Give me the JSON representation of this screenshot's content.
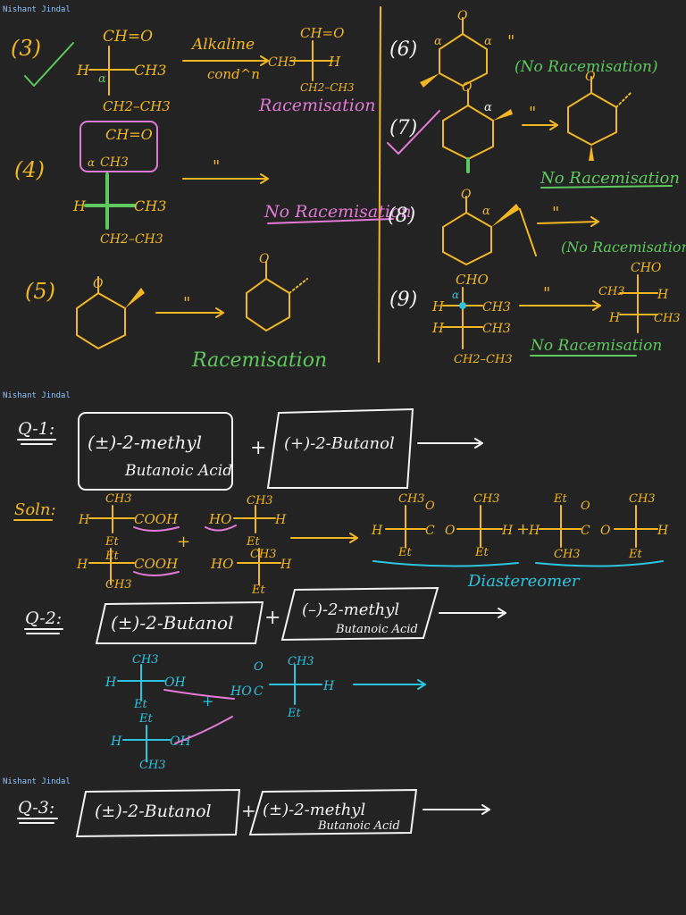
{
  "pages": [
    {
      "author": "Nishant Jindal"
    },
    {
      "author": "Nishant Jindal"
    },
    {
      "author": "Nishant Jindal"
    }
  ],
  "p1": {
    "n3": "(3)",
    "n4": "(4)",
    "n5": "(5)",
    "n6": "(6)",
    "n7": "(7)",
    "n8": "(8)",
    "n9": "(9)",
    "cho": "CH=O",
    "ch3": "CH3",
    "h": "H",
    "et": "CH2–CH3",
    "alpha": "α",
    "alkaline": "Alkaline",
    "cond": "cond^n",
    "ditto": "\"",
    "racemisation": "Racemisation",
    "no_racemisation": "No Racemisation",
    "no_racemisation_p": "(No Racemisation)",
    "cho9": "CHO"
  },
  "p2": {
    "q1_label": "Q-1:",
    "q1_box1": "(±)-2-methyl Butanoic Acid",
    "q1_box1a": "(±)-2-methyl",
    "q1_box1b": "Butanoic Acid",
    "plus": "+",
    "q1_box2": "(+)-2-Butanol",
    "soln": "Soln:",
    "cooh": "COOH",
    "ho": "HO",
    "ch3": "CH3",
    "h": "H",
    "et": "Et",
    "diastereomer": "Diastereomer",
    "q2_label": "Q-2:",
    "q2_box1": "(±)-2-Butanol",
    "q2_box2a": "(–)-2-methyl",
    "q2_box2b": "Butanoic Acid",
    "oh": "OH",
    "o": "O",
    "c": "C"
  },
  "p3": {
    "q3_label": "Q-3:",
    "q3_box1": "(±)-2-Butanol",
    "plus": "+",
    "q3_box2a": "(±)-2-methyl",
    "q3_box2b": "Butanoic Acid"
  },
  "colors": {
    "background": "#232323",
    "yellow": "#f2b722",
    "green": "#5ec95e",
    "pink": "#e27ad6",
    "white": "#f2f2f2",
    "cyan": "#2ec4de",
    "author": "#8ec5ff"
  }
}
